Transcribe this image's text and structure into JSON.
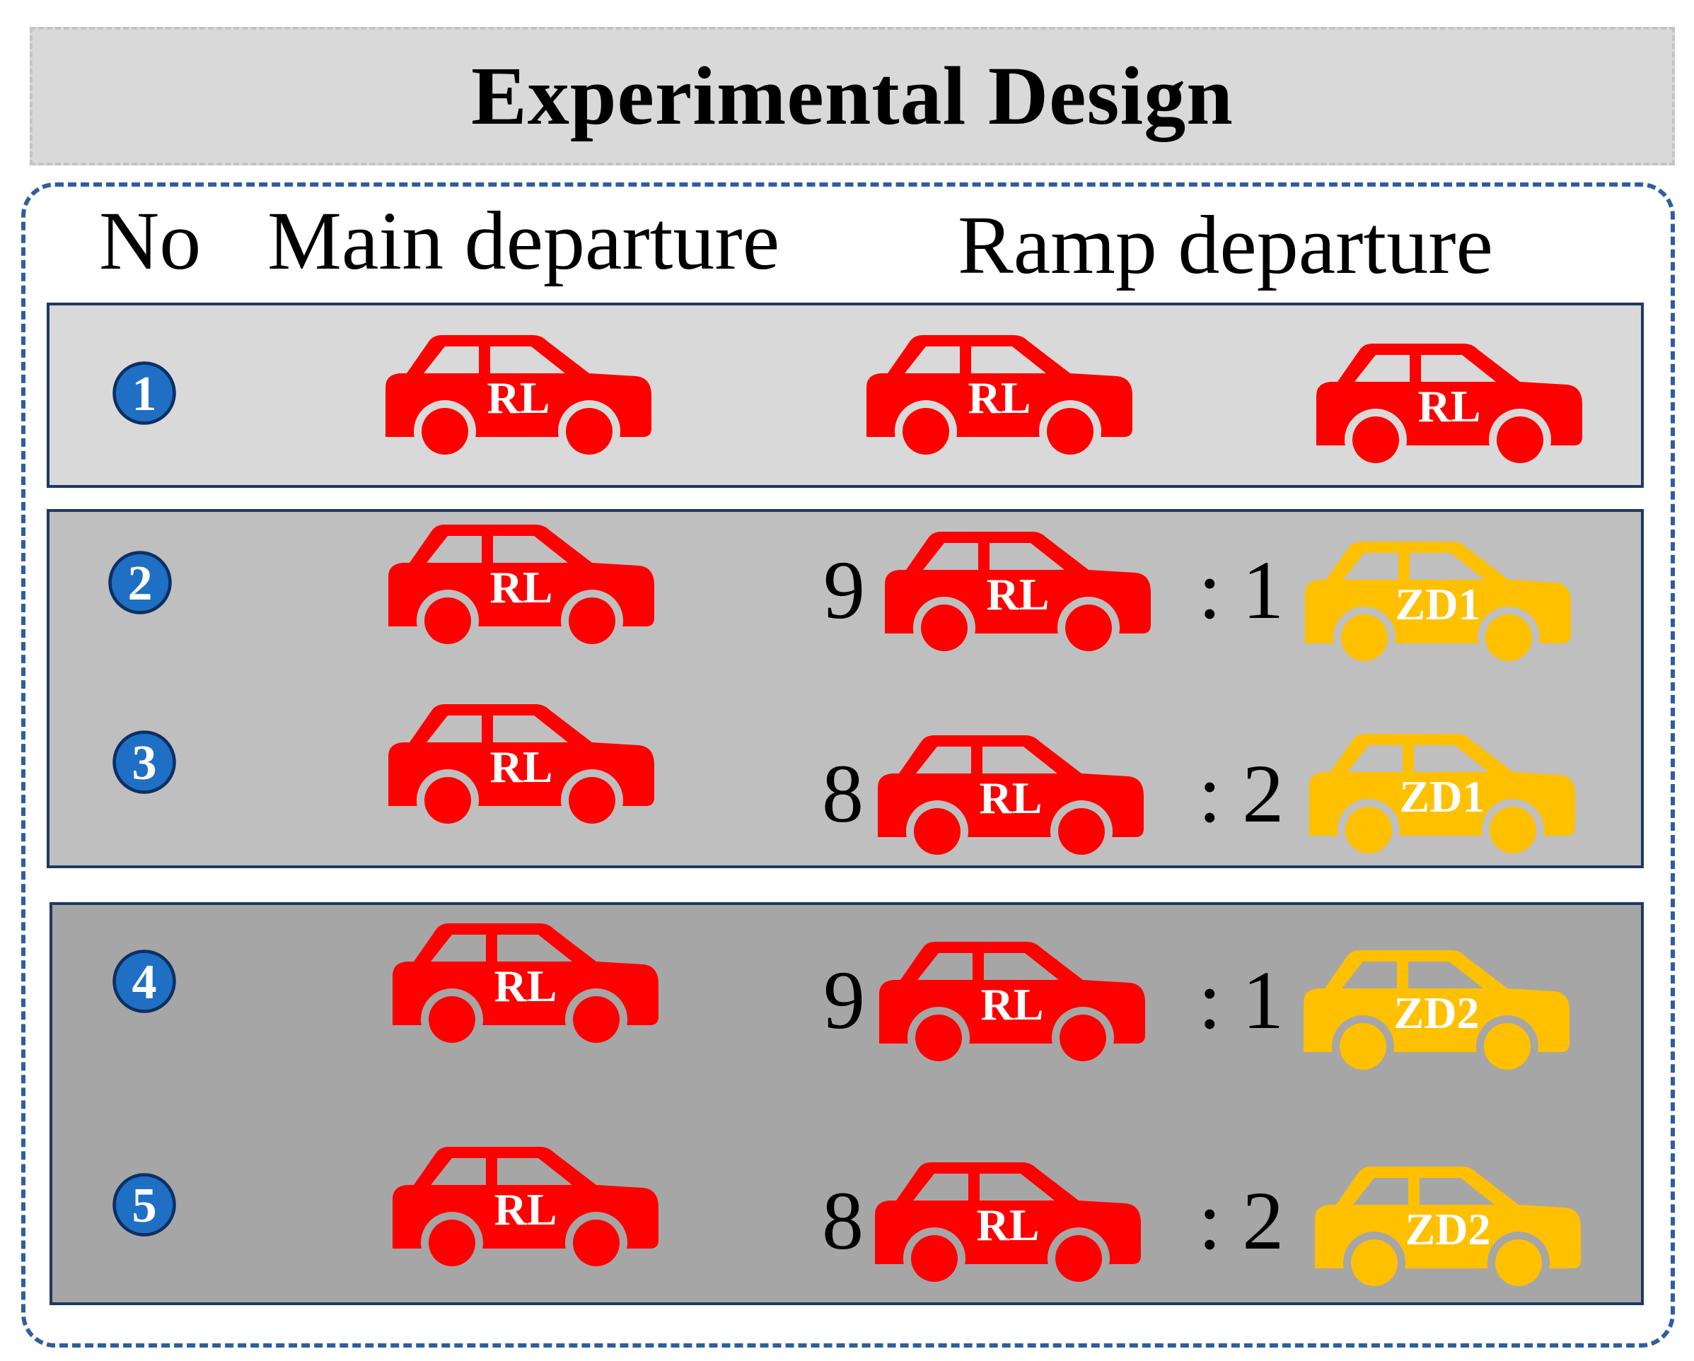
{
  "title": "Experimental Design",
  "headers": {
    "no": "No",
    "main": "Main departure",
    "ramp": "Ramp departure"
  },
  "colors": {
    "rl_car": "#ff0000",
    "zd_car": "#ffc000",
    "badge": "#1f6fc5",
    "frame": "#2e5e9e",
    "group1_bg": "#d9d9d9",
    "group2_bg": "#bfbfbf",
    "group3_bg": "#a6a6a6"
  },
  "rows": [
    {
      "no": "1",
      "main": "RL",
      "ramp_a": "RL",
      "ramp_b": "RL",
      "ratio_left": "",
      "ratio_right": ""
    },
    {
      "no": "2",
      "main": "RL",
      "ramp_a": "RL",
      "ramp_b": "ZD1",
      "ratio_left": "9",
      "ratio_right": ": 1"
    },
    {
      "no": "3",
      "main": "RL",
      "ramp_a": "RL",
      "ramp_b": "ZD1",
      "ratio_left": "8",
      "ratio_right": ": 2"
    },
    {
      "no": "4",
      "main": "RL",
      "ramp_a": "RL",
      "ramp_b": "ZD2",
      "ratio_left": "9",
      "ratio_right": ": 1"
    },
    {
      "no": "5",
      "main": "RL",
      "ramp_a": "RL",
      "ramp_b": "ZD2",
      "ratio_left": "8",
      "ratio_right": ": 2"
    }
  ]
}
